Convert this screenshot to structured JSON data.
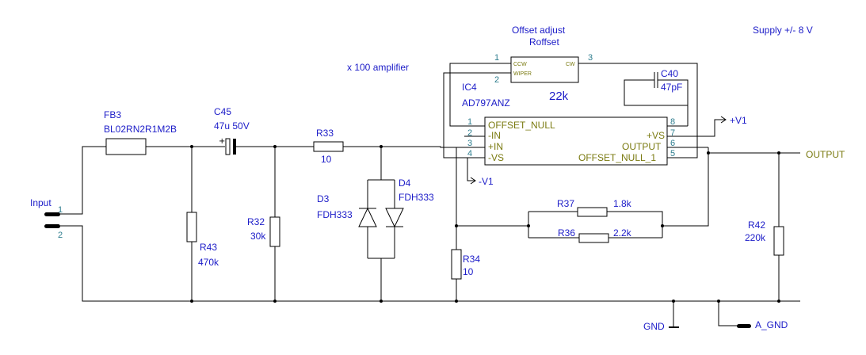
{
  "supply_label": "Supply +/- 8 V",
  "amplifier_label": "x 100 amplifier",
  "offset": {
    "title": "Offset adjust",
    "name": "Roffset",
    "value": "22k",
    "pin_ccw": "CCW",
    "pin_cw": "CW",
    "pin_wiper": "WIPER",
    "pins": [
      "1",
      "2",
      "3"
    ]
  },
  "ic": {
    "ref": "IC4",
    "part": "AD797ANZ",
    "left_pins": [
      {
        "num": "1",
        "name": "OFFSET_NULL"
      },
      {
        "num": "2",
        "name": "-IN"
      },
      {
        "num": "3",
        "name": "+IN"
      },
      {
        "num": "4",
        "name": "-VS"
      }
    ],
    "right_pins": [
      {
        "num": "8",
        "name": "+VS"
      },
      {
        "num": "7",
        "name": "OUTPUT"
      },
      {
        "num": "6",
        "name": "OFFSET_NULL_1"
      },
      {
        "num": "5",
        "name": ""
      }
    ]
  },
  "components": {
    "fb3": {
      "ref": "FB3",
      "value": "BL02RN2R1M2B"
    },
    "c45": {
      "ref": "C45",
      "value": "47u 50V"
    },
    "r33": {
      "ref": "R33",
      "value": "10"
    },
    "r43": {
      "ref": "R43",
      "value": "470k"
    },
    "r32": {
      "ref": "R32",
      "value": "30k"
    },
    "d3": {
      "ref": "D3",
      "value": "FDH333"
    },
    "d4": {
      "ref": "D4",
      "value": "FDH333"
    },
    "c40": {
      "ref": "C40",
      "value": "47pF"
    },
    "r37": {
      "ref": "R37",
      "value": "1.8k"
    },
    "r36": {
      "ref": "R36",
      "value": "2.2k"
    },
    "r34": {
      "ref": "R34",
      "value": "10"
    },
    "r42": {
      "ref": "R42",
      "value": "220k"
    }
  },
  "nets": {
    "input": "Input",
    "input_pin1": "1",
    "input_pin2": "2",
    "output": "OUTPUT",
    "vplus": "+V1",
    "vminus": "-V1",
    "gnd": "GND",
    "agnd": "A_GND"
  }
}
